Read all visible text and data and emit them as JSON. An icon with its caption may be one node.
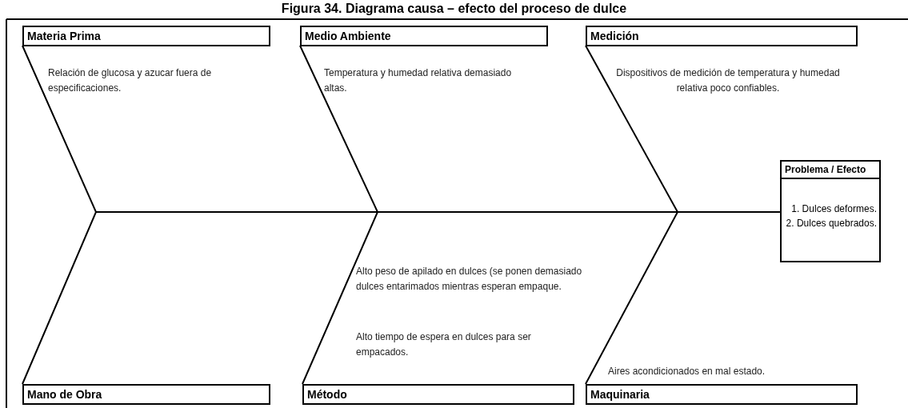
{
  "diagram": {
    "title": "Figura 34. Diagrama causa – efecto del proceso de dulce",
    "nodes": [
      {
        "text": [
          "Materia Prima"
        ]
      },
      {
        "text": [
          "Medio Ambiente"
        ]
      },
      {
        "text": [
          "Medición"
        ]
      },
      {
        "text": [
          "Problema / Efecto",
          "1. Dulces deformes. 2. Dulces quebrados."
        ]
      },
      {
        "text": [
          "Mano de Obra"
        ]
      },
      {
        "text": [
          "Método"
        ]
      },
      {
        "text": [
          "Maquinaria"
        ]
      }
    ],
    "labels": [
      "Relación de glucosa y azucar fuera de especificaciones.",
      "Temperatura y humedad relativa demasiado altas.",
      "Dispositivos de medición de temperatura y humedad relativa poco confiables.",
      "Alto peso de apilado en dulces (se ponen demasiado dulces entarimados mientras esperan empaque.",
      "Alto tiempo de espera en dulces para ser empacados.",
      "Aires acondicionados en mal estado."
    ]
  }
}
